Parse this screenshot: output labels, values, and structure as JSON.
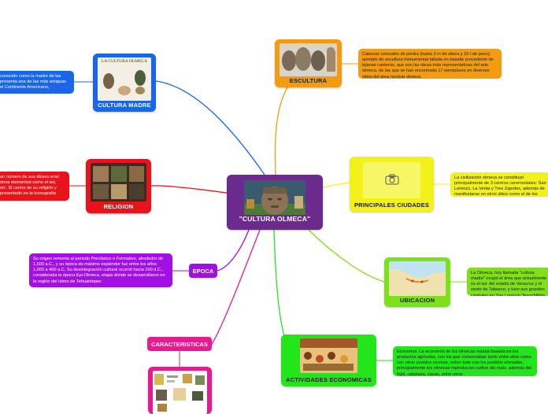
{
  "central": {
    "title": "\"CULTURA OLMECA\""
  },
  "topics": {
    "escultura": {
      "label": "ESCULTURA",
      "note": "Cabezas colosales de piedra (hasta 3 m de altura y 10 t de peso), ejemplo de escultura monumental tallada en basalto procedente de lejanas canteras, que son las obras más representativas del arte olmeca, de las que se han encontrado 17 ejemplares en diversos sitios del área nuclear olmeca."
    },
    "cultura_madre": {
      "label": "CULTURA MADRE",
      "thumb_caption": "LA CULTURA OLMECA",
      "note": "conocido como la madre de las\npresenta una de las más antiguas\nel Continente Americano,"
    },
    "religion": {
      "label": "RELIGION",
      "note": "an número de sus dioses eran\notros elementos como el sol,\netc. El centro de su religión y\npresentado en la iconografía"
    },
    "principales_ciudades": {
      "label": "PRINCIPALES CIUDADES",
      "note": "La civilización olmeca se constituyó principalmente de 3 centros ceremoniales: San Lorenzo, La Venta y Tres Zapotes, además de manifestarse en otros sitios como el de los Cerros."
    },
    "ubicacion": {
      "label": "UBICACION",
      "note": "La Olmeca, hoy llamada \"cultura madre\" ocupó el área que actualmente es el sur del estado de Veracruz y el oeste de Tabasco, y tuvo sus grandes capitales en San Lorenzo Tenochtitlán y Tres Zapotes, en Veracruz, y La Venta, en Tabasco."
    },
    "epoca": {
      "label": "EPOCA",
      "note": "Su origen remonta al periodo Preclásico o Formativo, alrededor de 1,500 a.C., y su época de máximo esplendor fue entre los años 1,000 a 400 a.C. Su desintegración cultural ocurrió hacia 100 d.C., considerada la época Epi-Olmeca, etapa donde se desarrollaron en la región del Istmo de Tehuantepec"
    },
    "caracteristicas": {
      "label": "CARACTERISTICAS"
    },
    "actividades": {
      "label": "ACTIVIDADES ECONOMICAS",
      "note": "Economía. La economía de los olmecas estaba basada en los productos agrícolas, con los que comerciaban tanto entre ellos como con otros pueblos vecinos, sobre todo con los pueblos nómadas, principalmente los olmecas reproducían cultivo del maíz, además del frijol, calabaza, cacao, entre otros"
    }
  },
  "icons": {
    "photo_placeholder": "camera-icon"
  },
  "colors": {
    "central": "#6a2b8c",
    "escultura": "#f39c12",
    "cultura_madre": "#1a66e6",
    "religion": "#e8131b",
    "principales_ciudades": "#f2f21a",
    "ubicacion": "#7ee01a",
    "epoca": "#a10ee6",
    "caracteristicas": "#e61b8e",
    "actividades": "#23e61a"
  }
}
